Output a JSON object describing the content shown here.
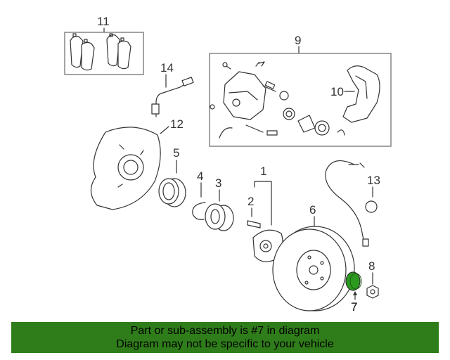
{
  "callouts": {
    "c1": "1",
    "c2": "2",
    "c3": "3",
    "c4": "4",
    "c5": "5",
    "c6": "6",
    "c7": "7",
    "c8": "8",
    "c9": "9",
    "c10": "10",
    "c11": "11",
    "c12": "12",
    "c13": "13",
    "c14": "14"
  },
  "highlight": {
    "part": "7",
    "color": "#2b9a1f"
  },
  "banner": {
    "line1": "Part or sub-assembly is #7 in diagram",
    "line2": "Diagram may not be specific to your vehicle",
    "color": "#2f7d1a"
  }
}
